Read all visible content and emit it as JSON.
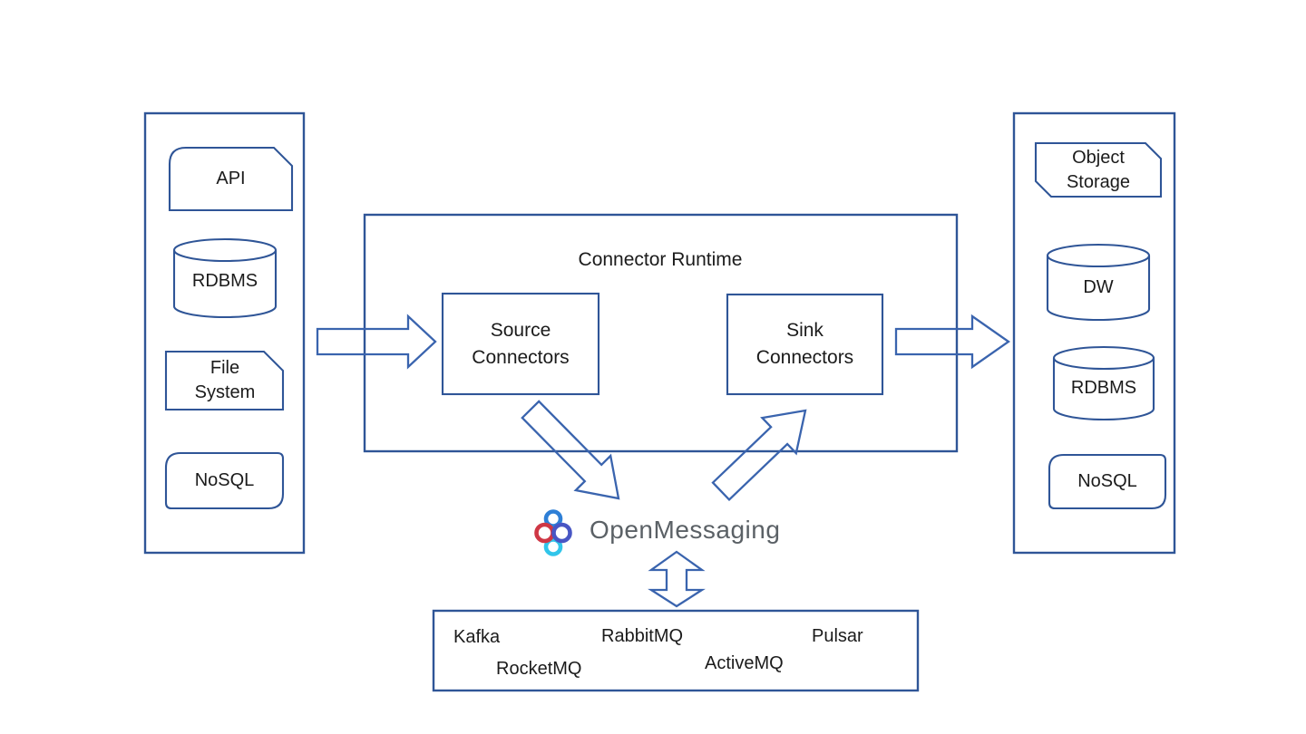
{
  "runtime": {
    "title": "Connector Runtime",
    "source_label": "Source Connectors",
    "sink_label": "Sink Connectors"
  },
  "sources": {
    "api": "API",
    "rdbms": "RDBMS",
    "file_system": "File System",
    "nosql": "NoSQL"
  },
  "sinks": {
    "object_storage": "Object Storage",
    "dw": "DW",
    "rdbms": "RDBMS",
    "nosql": "NoSQL"
  },
  "messaging": {
    "brand": "OpenMessaging",
    "logo_icon": "openmessaging-knot-icon"
  },
  "mq": {
    "kafka": "Kafka",
    "rabbitmq": "RabbitMQ",
    "pulsar": "Pulsar",
    "rocketmq": "RocketMQ",
    "activemq": "ActiveMQ"
  },
  "colors": {
    "stroke": "#2F5597",
    "arrow": "#3A64AE",
    "text": "#1b1b1b",
    "brand_text": "#5b6166",
    "logo_red": "#cf3745",
    "logo_blue": "#2e7fd6",
    "logo_cyan": "#31c5ea",
    "logo_indigo": "#4856c4"
  }
}
